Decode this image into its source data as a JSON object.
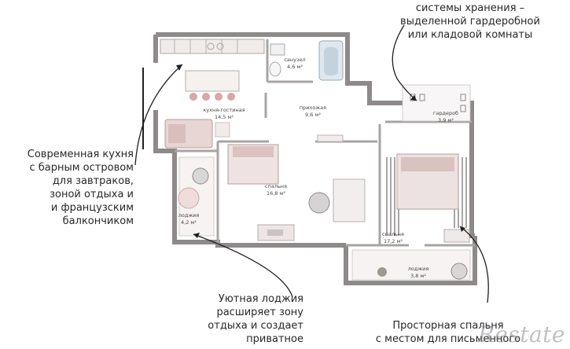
{
  "annotations": {
    "storage": [
      "системы хранения –",
      "выделенной гардеробной",
      "или кладовой комнаты"
    ],
    "kitchen": [
      "Современная кухня",
      "с барным островом",
      "для завтраков,",
      "зоной отдыха и",
      "и французским",
      "балкончиком"
    ],
    "loggia": [
      "Уютная лоджия",
      "расширяет зону",
      "отдыха и создает",
      "приватное"
    ],
    "bedroom": [
      "Просторная спальня",
      "с местом для письменного"
    ]
  },
  "rooms": {
    "bathroom": {
      "name": "санузел",
      "area": "4,6 м²"
    },
    "kitchen": {
      "name": "кухня-гостиная",
      "area": "14,5 м²"
    },
    "hallway": {
      "name": "прихожая",
      "area": "9,6 м²"
    },
    "wardrobe": {
      "name": "гардероб",
      "area": "3,9 м²"
    },
    "bedroom1": {
      "name": "спальня",
      "area": "16,8 м²"
    },
    "loggia1": {
      "name": "лоджия",
      "area": "4,2 м²"
    },
    "bedroom2": {
      "name": "спальня",
      "area": "17,2 м²"
    },
    "loggia2": {
      "name": "лоджия",
      "area": "3,8 м²"
    }
  },
  "watermark": "Restate",
  "colors": {
    "wall": "#8e8a8a",
    "accent": "#e3c6c4",
    "floor": "#f3f0ee",
    "arrow": "#1f1f1f"
  }
}
